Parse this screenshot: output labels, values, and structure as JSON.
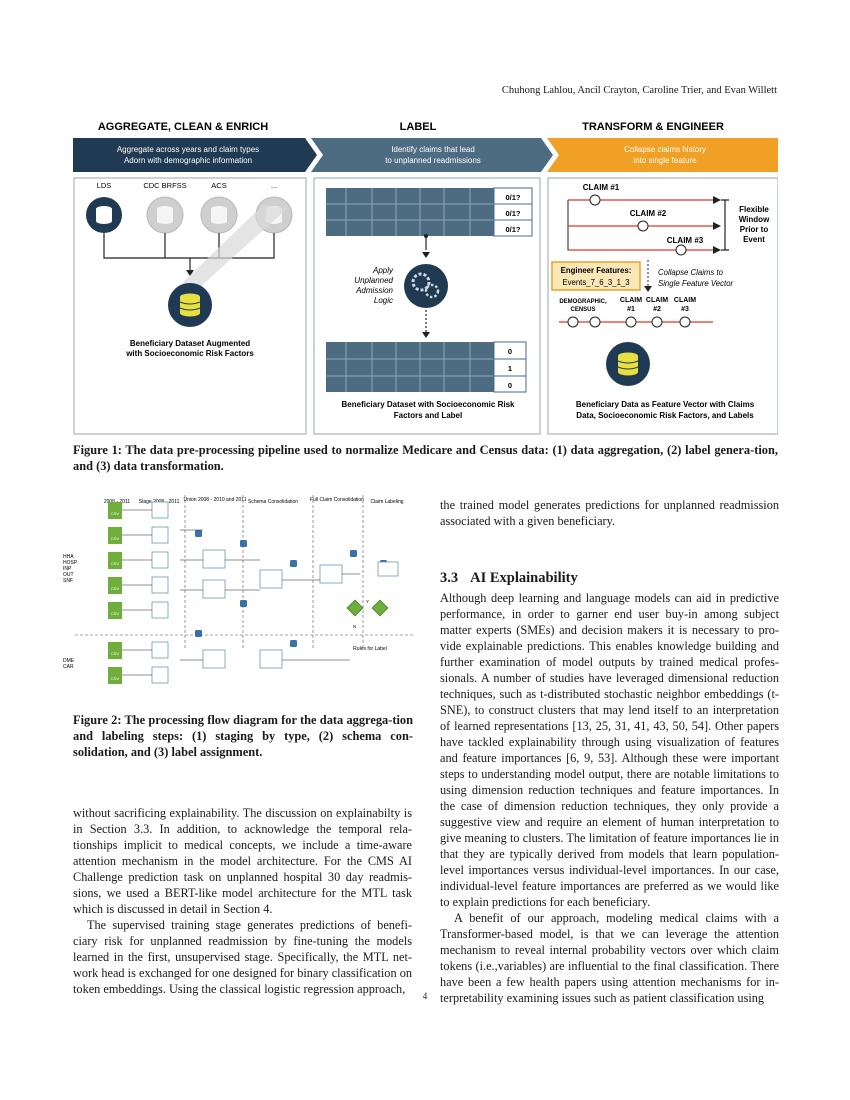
{
  "header": {
    "authors": "Chuhong Lahlou, Ancil Crayton, Caroline Trier, and Evan Willett"
  },
  "figure1": {
    "panel1": {
      "title": "AGGREGATE, CLEAN & ENRICH",
      "banner_line1": "Aggregate across years and claim types",
      "banner_line2": "Adorn with demographic information",
      "sources": [
        "LDS",
        "CDC BRFSS",
        "ACS",
        "..."
      ],
      "result_line1": "Beneficiary Dataset Augmented",
      "result_line2": "with Socioeconomic Risk Factors"
    },
    "panel2": {
      "title": "LABEL",
      "banner_line1": "Identify claims that lead",
      "banner_line2": "to unplanned readmissions",
      "top_labels": [
        "0/1?",
        "0/1?",
        "0/1?"
      ],
      "logic_line1": "Apply",
      "logic_line2": "Unplanned",
      "logic_line3": "Admission",
      "logic_line4": "Logic",
      "bottom_labels": [
        "0",
        "1",
        "0"
      ],
      "result_line1": "Beneficiary Dataset with Socioeconomic Risk",
      "result_line2": "Factors and Label"
    },
    "panel3": {
      "title": "TRANSFORM & ENGINEER",
      "banner_line1": "Collapse claims history",
      "banner_line2": "into single feature",
      "claims": [
        "CLAIM #1",
        "CLAIM #2",
        "CLAIM #3"
      ],
      "window_label": [
        "Flexible",
        "Window",
        "Prior to",
        "Event"
      ],
      "engineer_title": "Engineer Features:",
      "engineer_value": "Events_7_6_3_1_3",
      "collapse_line1": "Collapse Claims to",
      "collapse_line2": "Single Feature Vector",
      "vector_demo_line1": "DEMOGRAPHIC,",
      "vector_demo_line2": "CENSUS",
      "vector_claim": "CLAIM",
      "vector_nums": [
        "#1",
        "#2",
        "#3"
      ],
      "result_line1": "Beneficiary Data as Feature Vector with Claims",
      "result_line2": "Data, Socioeconomic Risk Factors, and Labels"
    },
    "caption": "Figure 1: The data pre-processing pipeline used to normalize Medicare and Census data: (1) data aggregation, (2) label genera-tion, and (3) data transformation."
  },
  "figure2": {
    "col_headers": [
      "2008 - 2011",
      "Stage 2008 - 2011",
      "Union 2008 - 2010 and 2011",
      "Schema Consolidation",
      "Full Claim Consolidation",
      "Claim Labeling"
    ],
    "group_top": [
      "HHA",
      "HOSP",
      "INP",
      "OUT",
      "SNF"
    ],
    "group_bottom": [
      "DME",
      "CAR"
    ],
    "file_label": "CSV",
    "rules_label": "Rules for Label",
    "y_label": "Y",
    "n_label": "N",
    "caption": "Figure 2: The processing flow diagram for the data aggrega-tion and labeling steps: (1) staging by type, (2) schema con-solidation, and (3) label assignment."
  },
  "left_column": {
    "para1": "without sacrificing explainability. The discussion on explainabilty is in Section 3.3. In addition, to acknowledge the temporal rela-tionships implicit to medical concepts, we include a time-aware attention mechanism in the model architecture. For the CMS AI Challenge prediction task on unplanned hospital 30 day readmis-sions, we used a BERT-like model architecture for the MTL task which is discussed in detail in Section 4.",
    "para2": "The supervised training stage generates predictions of benefi-ciary risk for unplanned readmission by fine-tuning the models learned in the first, unsupervised stage. Specifically, the MTL net-work head is exchanged for one designed for binary classification on token embeddings. Using the classical logistic regression approach,"
  },
  "right_column": {
    "para0": "the trained model generates predictions for unplanned readmission associated with a given beneficiary.",
    "section_number": "3.3",
    "section_title": "AI Explainability",
    "para1": "Although deep learning and language models can aid in predictive performance, in order to garner end user buy-in among subject matter experts (SMEs) and decision makers it is necessary to pro-vide explainable predictions. This enables knowledge building and further examination of model outputs by trained medical profes-sionals. A number of studies have leveraged dimensional reduction techniques, such as t-distributed stochastic neighbor embeddings (t-SNE), to construct clusters that may lend itself to an interpretation of learned representations [13, 25, 31, 41, 43, 50, 54]. Other papers have tackled explainability through using visualization of features and feature importances [6, 9, 53]. Although these were important steps to understanding model output, there are notable limitations to using dimension reduction techniques and feature importances. In the case of dimension reduction techniques, they only provide a suggestive view and require an element of human interpretation to give meaning to clusters. The limitation of feature importances lie in that they are typically derived from models that learn population-level importances versus individual-level importances. In our case, individual-level feature importances are preferred as we would like to explain predictions for each beneficiary.",
    "para2": "A benefit of our approach, modeling medical claims with a Transformer-based model, is that we can leverage the attention mechanism to reveal internal probability vectors over which claim tokens (i.e.,variables) are influential to the final classification. There have been a few health papers using attention mechanisms for in-terpretability examining issues such as patient classification using"
  },
  "page_number": "4",
  "colors": {
    "navy": "#1f3a52",
    "slate": "#4d6c82",
    "orange": "#f0a024",
    "yellow": "#e8e040",
    "box_border": "#9aa6b0"
  }
}
